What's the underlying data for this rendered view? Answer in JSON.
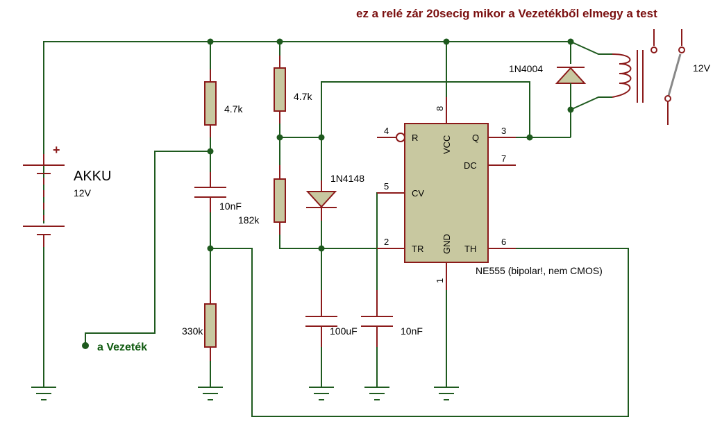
{
  "title": "ez a relé zár 20secig mikor a Vezetékből elmegy a test",
  "battery": {
    "name": "AKKU",
    "value": "12V",
    "plus": "+"
  },
  "net_label": "a Vezeték",
  "resistors": {
    "r1": "4.7k",
    "r2": "4.7k",
    "r3": "182k",
    "r4": "330k"
  },
  "capacitors": {
    "c1": "10nF",
    "c2": "100uF",
    "c3": "10nF"
  },
  "diodes": {
    "d1": "1N4148",
    "d2": "1N4004"
  },
  "relay_voltage": "12V",
  "ic": {
    "part": "NE555 (bipolar!, nem CMOS)",
    "pins": {
      "r": "R",
      "vcc": "VCC",
      "q": "Q",
      "dc": "DC",
      "cv": "CV",
      "tr": "TR",
      "gnd": "GND",
      "th": "TH"
    },
    "pin_numbers": {
      "p4": "4",
      "p8": "8",
      "p3": "3",
      "p7": "7",
      "p5": "5",
      "p2": "2",
      "p1": "1",
      "p6": "6"
    }
  }
}
